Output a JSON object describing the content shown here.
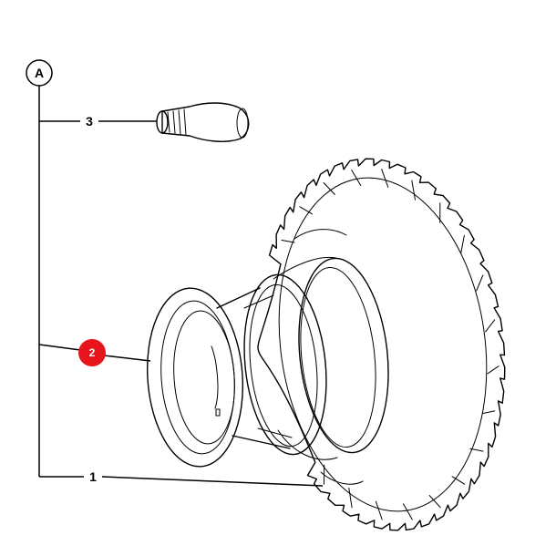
{
  "diagram": {
    "group_label": "A",
    "callouts": [
      {
        "id": "valve",
        "label": "3"
      },
      {
        "id": "rim",
        "label": "2",
        "highlighted": true,
        "highlight_color": "#e8141b"
      },
      {
        "id": "tyre",
        "label": "1"
      }
    ],
    "parts": {
      "valve": "valve-stem-icon",
      "rim": "wheel-rim-icon",
      "tyre": "tyre-icon"
    }
  }
}
